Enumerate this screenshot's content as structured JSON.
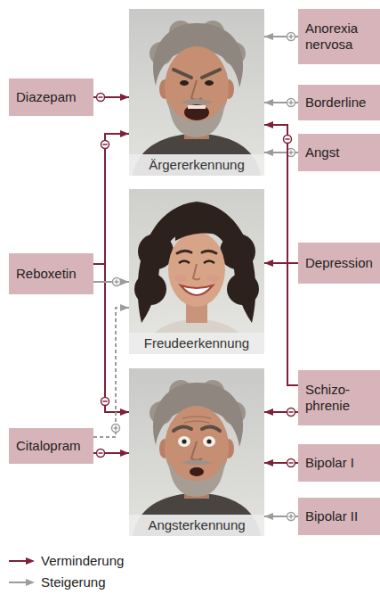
{
  "diagram": {
    "nodes": [
      {
        "text": [
          "Diazepam"
        ]
      },
      {
        "text": [
          "Ärgererkennung"
        ]
      },
      {
        "text": [
          "Anorexia nervosa"
        ]
      },
      {
        "text": [
          "Borderline"
        ]
      },
      {
        "text": [
          "Angst"
        ]
      },
      {
        "text": [
          "Reboxetin"
        ]
      },
      {
        "text": [
          "Freudeerkennung"
        ]
      },
      {
        "text": [
          "Depression"
        ]
      },
      {
        "text": [
          "Schizo- phrenie"
        ]
      },
      {
        "text": [
          "Citalopram"
        ]
      },
      {
        "text": [
          "Angsterkennung"
        ]
      },
      {
        "text": [
          "Bipolar I"
        ]
      },
      {
        "text": [
          "Bipolar II"
        ]
      }
    ],
    "edges": [
      {
        "from": 0,
        "to": 1,
        "arrow": "to"
      },
      {
        "from": 2,
        "to": 1,
        "arrow": "to"
      },
      {
        "from": 3,
        "to": 1,
        "arrow": "to"
      },
      {
        "from": 4,
        "to": 1,
        "arrow": "to"
      },
      {
        "from": 5,
        "to": 1,
        "arrow": "to"
      },
      {
        "from": 5,
        "to": 10,
        "arrow": "to"
      },
      {
        "from": 5,
        "to": 6,
        "arrow": "to"
      },
      {
        "from": 9,
        "to": 6,
        "arrow": "to"
      },
      {
        "from": 9,
        "to": 10,
        "arrow": "to"
      },
      {
        "from": 7,
        "to": 6,
        "arrow": "to"
      },
      {
        "from": 8,
        "to": 1,
        "arrow": "to"
      },
      {
        "from": 8,
        "to": 10,
        "arrow": "to"
      },
      {
        "from": 11,
        "to": 10,
        "arrow": "to"
      },
      {
        "from": 12,
        "to": 10,
        "arrow": "to"
      }
    ],
    "legend": [
      {
        "text": "Verminderung"
      },
      {
        "text": "Steigerung"
      }
    ]
  }
}
